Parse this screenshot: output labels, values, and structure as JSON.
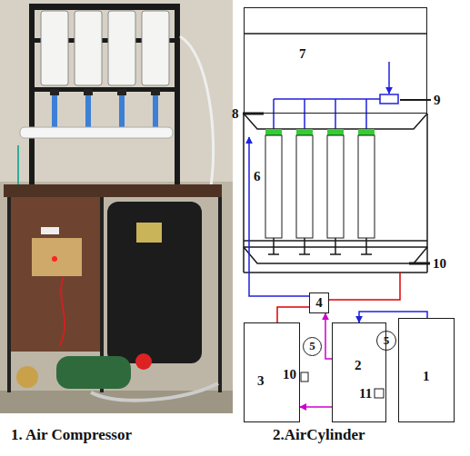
{
  "diagram": {
    "nodes": [
      {
        "text": [
          "7"
        ]
      },
      {
        "text": [
          "4"
        ]
      },
      {
        "text": [
          "5"
        ]
      },
      {
        "text": [
          "3"
        ]
      },
      {
        "text": [
          "5"
        ]
      },
      {
        "text": [
          "2"
        ]
      },
      {
        "text": [
          "1"
        ]
      }
    ],
    "edges": [
      {
        "from": 1,
        "to": 3,
        "arrow": "none"
      },
      {
        "from": 5,
        "to": 1,
        "arrow": "to"
      },
      {
        "from": 5,
        "to": 3,
        "arrow": "to"
      },
      {
        "from": 6,
        "to": 5,
        "arrow": "to"
      }
    ],
    "labels": [
      "8",
      "6",
      "9",
      "10",
      "10",
      "11",
      "1. Air Compressor",
      "2.AirCylinder"
    ]
  }
}
